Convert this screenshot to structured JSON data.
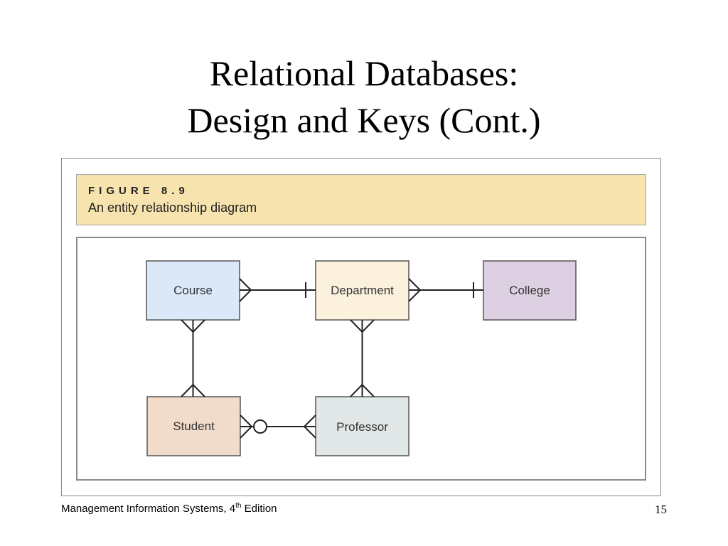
{
  "slide": {
    "title_line1": "Relational Databases:",
    "title_line2": "Design and Keys (Cont.)"
  },
  "figure": {
    "number": "FIGURE 8.9",
    "caption": "An entity relationship diagram",
    "caption_bg": "#f7e3ad"
  },
  "entities": {
    "course": {
      "label": "Course",
      "color": "#dae8f8"
    },
    "department": {
      "label": "Department",
      "color": "#fbf1dc"
    },
    "college": {
      "label": "College",
      "color": "#dcd0e2"
    },
    "student": {
      "label": "Student",
      "color": "#f1dccb"
    },
    "professor": {
      "label": "Professor",
      "color": "#e2e7e8"
    }
  },
  "relationships": [
    {
      "from": "Course",
      "to": "Department",
      "from_end": "many",
      "to_end": "one"
    },
    {
      "from": "Department",
      "to": "College",
      "from_end": "many",
      "to_end": "one"
    },
    {
      "from": "Course",
      "to": "Student",
      "from_end": "many",
      "to_end": "many"
    },
    {
      "from": "Department",
      "to": "Professor",
      "from_end": "many",
      "to_end": "many"
    },
    {
      "from": "Student",
      "to": "Professor",
      "from_end": "zero-or-many",
      "to_end": "many"
    }
  ],
  "footer": {
    "book_title": "Management Information Systems, 4",
    "edition_sup": "th",
    "edition_word": " Edition",
    "page_number": "15"
  }
}
